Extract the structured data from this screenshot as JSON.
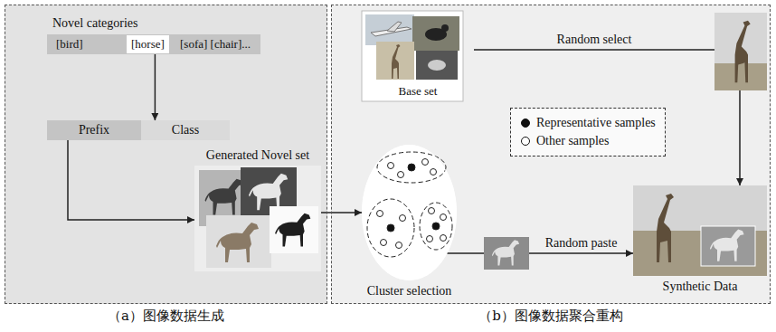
{
  "diagram": {
    "nodes": [
      {
        "text": [
          "（a）图像数据生成"
        ]
      },
      {
        "text": [
          "Novel categories",
          "[bird]",
          "[sofa] [chair]..."
        ],
        "in": 0
      },
      {
        "text": [
          "[horse]"
        ],
        "in": 1
      },
      {
        "text": [
          "Prefix"
        ],
        "in": 0
      },
      {
        "text": [
          "Class"
        ],
        "in": 0
      },
      {
        "text": [
          "Generated Novel set"
        ],
        "in": 0
      },
      {
        "text": [
          "（b）图像数据聚合重构"
        ]
      },
      {
        "text": [
          "Base set"
        ],
        "in": 6
      },
      {
        "text": [
          "Cluster selection"
        ],
        "in": 6
      },
      {
        "text": [
          "Synthetic Data"
        ],
        "in": 6
      }
    ],
    "edges": [
      {
        "from": 2,
        "to": 4,
        "arrow": "to"
      },
      {
        "from": 3,
        "to": 5,
        "arrow": "to"
      },
      {
        "from": 5,
        "to": 8,
        "arrow": "to"
      },
      {
        "from": 7,
        "to": 9,
        "label": "Random select",
        "arrow": "to"
      },
      {
        "from": 8,
        "to": 9,
        "label": "Random paste",
        "arrow": "to"
      }
    ],
    "legend": [
      {
        "text": "Representative samples"
      },
      {
        "text": "Other samples"
      }
    ]
  }
}
